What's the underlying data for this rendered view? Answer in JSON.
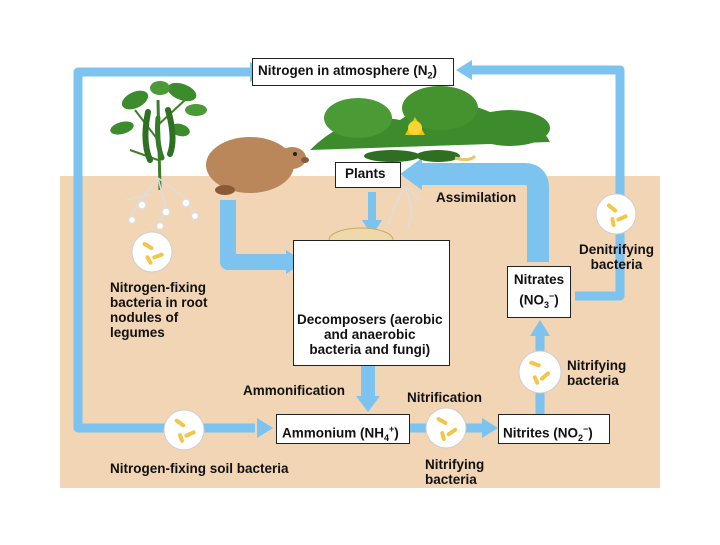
{
  "colors": {
    "sky": "#ffffff",
    "soil": "#f2d5b5",
    "arrow": "#7cc3ef",
    "bacteria": "#f2c64a",
    "leaf": "#3c8c2e",
    "mole": "#b9875a",
    "mushroom": "#f0d9a8"
  },
  "labels": {
    "atmosphere": {
      "text": "Nitrogen in atmosphere (N",
      "sub": "2",
      "close": ")"
    },
    "plants": "Plants",
    "assimilation": "Assimilation",
    "denitrifying": [
      "Denitrifying",
      "bacteria"
    ],
    "nitrates": {
      "line1": "Nitrates",
      "line2_pre": "(NO",
      "line2_sub": "3",
      "line2_sup": "−",
      "line2_post": ")"
    },
    "nitrogen_fixing_root": [
      "Nitrogen-fixing",
      "bacteria in root",
      "nodules of",
      "legumes"
    ],
    "decomposers": [
      "Decomposers (aerobic",
      "and anaerobic",
      "bacteria and fungi)"
    ],
    "nitrifying_upper": [
      "Nitrifying",
      "bacteria"
    ],
    "ammonification": "Ammonification",
    "nitrification": "Nitrification",
    "ammonium": {
      "pre": "Ammonium (NH",
      "sub": "4",
      "sup": "+",
      "post": ")"
    },
    "nitrites": {
      "pre": "Nitrites (NO",
      "sub": "2",
      "sup": "−",
      "post": ")"
    },
    "nitrogen_fixing_soil": "Nitrogen-fixing soil bacteria",
    "nitrifying_lower": [
      "Nitrifying",
      "bacteria"
    ]
  },
  "icons": [
    "bacteria-icon",
    "pepper-plant-icon",
    "squash-plant-icon",
    "mole-icon",
    "mushroom-icon",
    "root-icon"
  ]
}
